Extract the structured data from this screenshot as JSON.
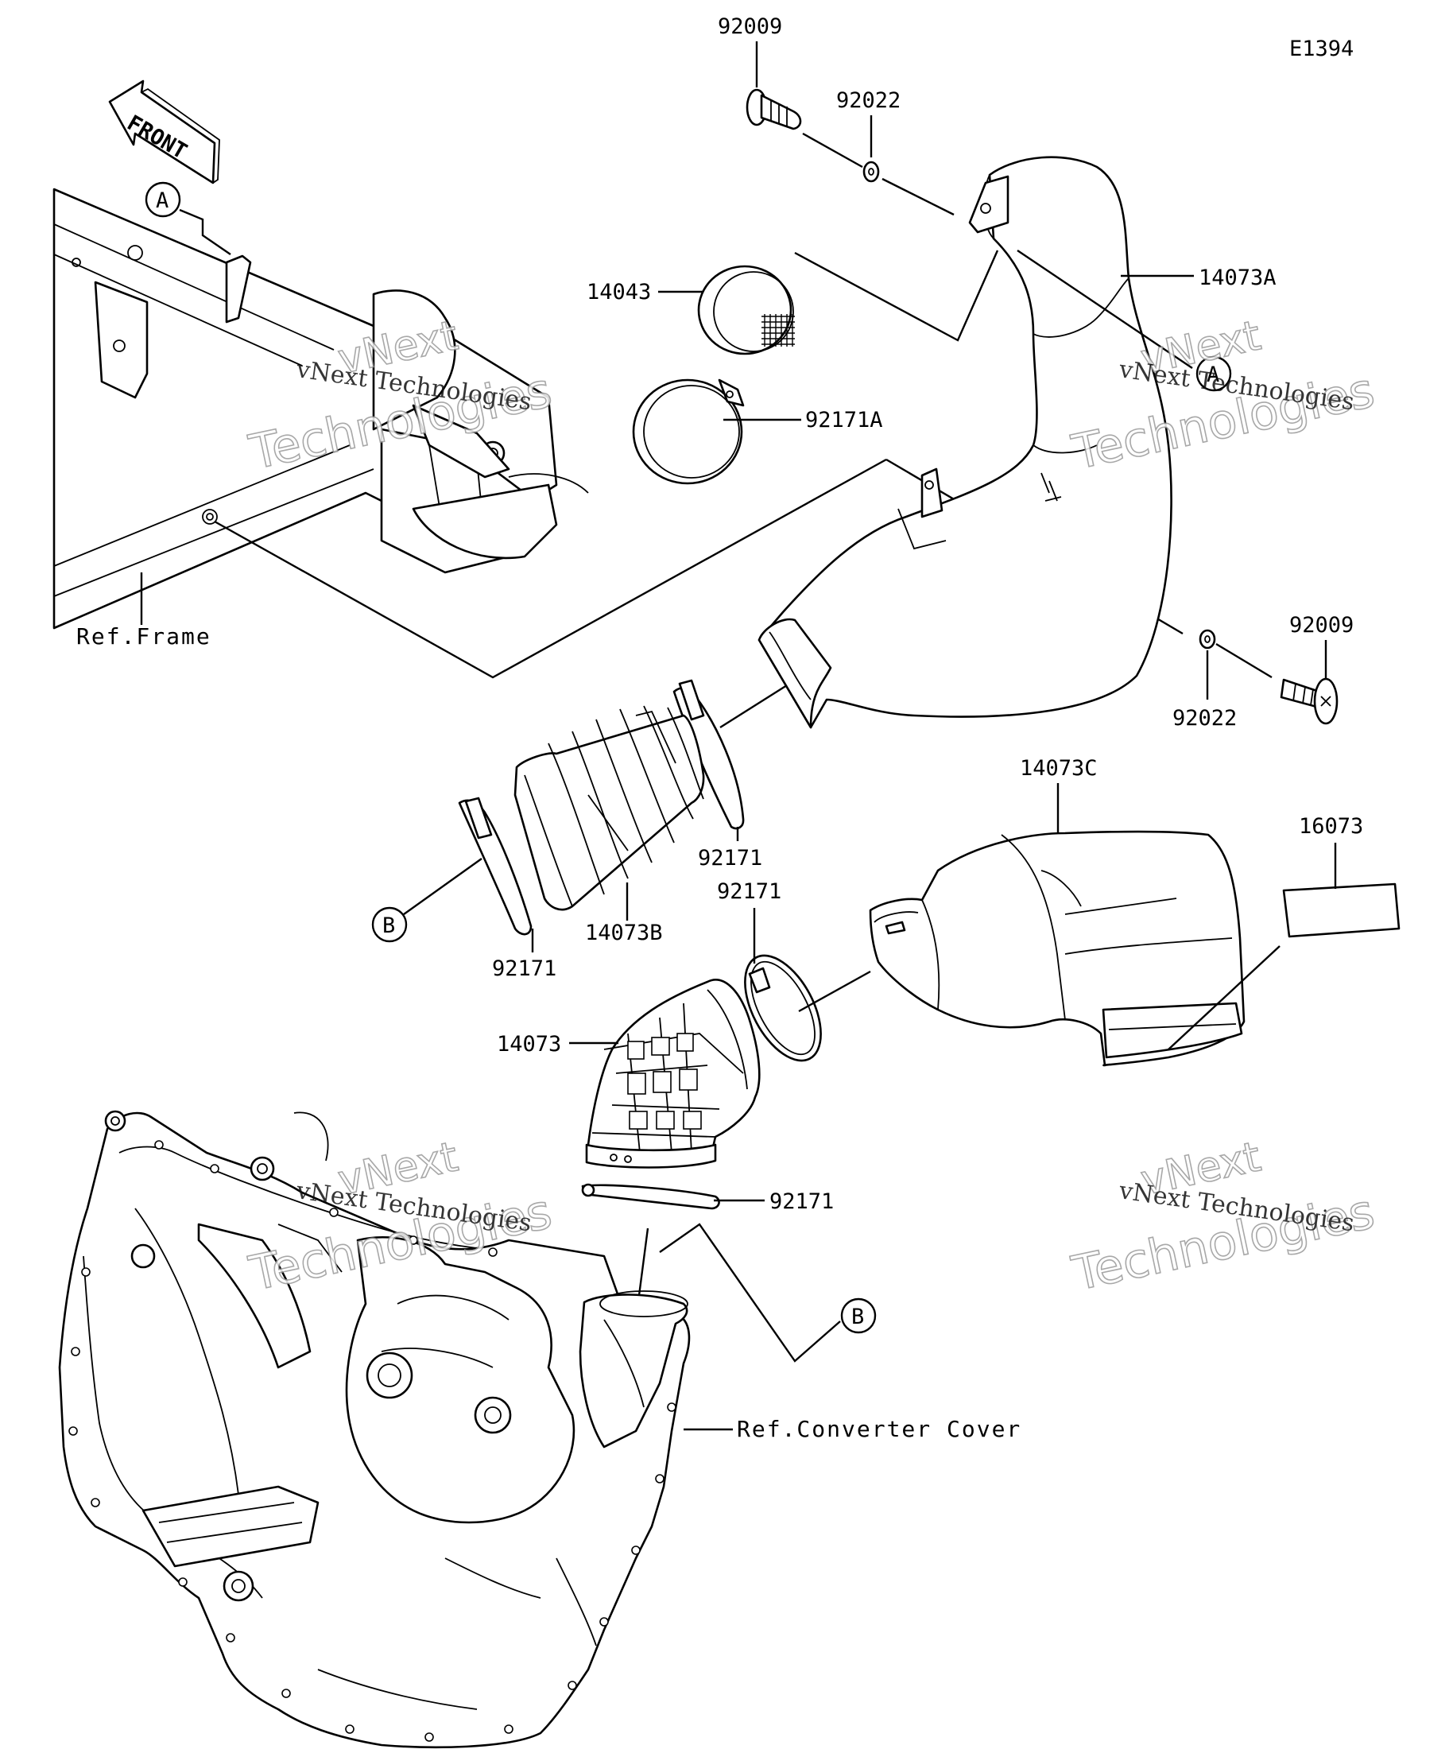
{
  "diagram_code": "E1394",
  "front_label": "FRONT",
  "parts": {
    "bolt_top": "92009",
    "washer_top": "92022",
    "duct_upper": "14073A",
    "screen": "14043",
    "clamp_large": "92171A",
    "bolt_right": "92009",
    "washer_right": "92022",
    "clamp_mid_right": "92171",
    "clamp_mid_left": "92171",
    "boot": "14073B",
    "duct_cover": "14073C",
    "label_sticker": "16073",
    "clamp_lower_upper": "92171",
    "elbow": "14073",
    "clamp_bottom": "92171"
  },
  "references": {
    "frame": "Ref.Frame",
    "converter_cover": "Ref.Converter Cover"
  },
  "callouts": {
    "a": "A",
    "b": "B"
  },
  "watermark": {
    "line1": "vNext",
    "line2": "Technologies",
    "caption": "vNext Technologies"
  }
}
